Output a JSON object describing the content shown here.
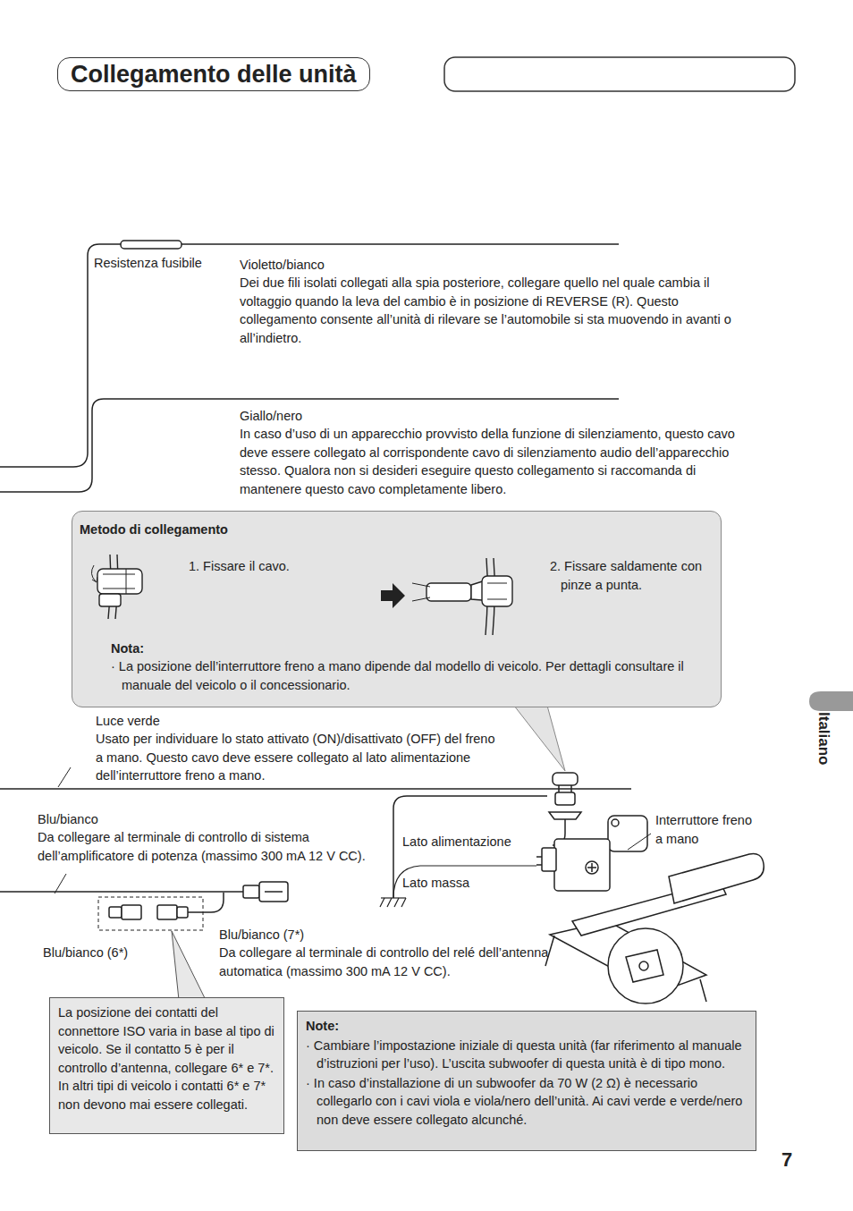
{
  "diagram": {
    "title": "Collegamento delle unità",
    "nodes": [
      {
        "text": [
          "Metodo di collegamento",
          "1. Fissare il cavo.",
          "2. Fissare saldamente con pinze a punta.",
          "Nota:",
          "· La posizione dell’interruttore freno a mano dipende dal modello di veicolo. Per dettagli consultare il manuale del veicolo o il concessionario."
        ]
      },
      {
        "text": [
          "La posizione dei contatti del connettore ISO varia in base al tipo di veicolo. Se il contatto 5 è per il controllo d’antenna, collegare 6* e 7*. In altri tipi di veicolo i contatti 6* e 7* non devono mai essere collegati."
        ]
      },
      {
        "text": [
          "Note:",
          "· Cambiare l’impostazione iniziale di questa unità (far riferimento al manuale d’istruzioni per l’uso). L’uscita subwoofer di questa unità è di tipo mono.",
          "· In caso d’installazione di un subwoofer da 70 W (2 Ω) è necessario collegarlo con i cavi viola e viola/nero dell’unità. Ai cavi verde e verde/nero non deve essere collegato alcunché."
        ]
      }
    ],
    "labels": [
      "Resistenza fusibile",
      "Violetto/bianco",
      "Dei due fili isolati collegati alla spia posteriore, collegare quello nel quale cambia il voltaggio quando la leva del cambio è in posizione di REVERSE (R). Questo collegamento consente all’unità di rilevare se l’automobile si sta muovendo in avanti o all’indietro.",
      "Giallo/nero",
      "In caso d’uso di un apparecchio provvisto della funzione di silenziamento, questo cavo deve essere collegato al corrispondente cavo di silenziamento audio dell’apparecchio stesso. Qualora non si desideri eseguire questo collegamento si raccomanda di mantenere questo cavo completamente libero.",
      "Luce verde",
      "Usato per individuare lo stato attivato (ON)/disattivato (OFF) del freno a mano. Questo cavo deve essere collegato al lato alimentazione dell’interruttore freno a mano.",
      "Blu/bianco",
      "Da collegare al terminale di controllo di sistema dell’amplificatore di potenza (massimo 300 mA 12 V CC).",
      "Lato alimentazione",
      "Lato massa",
      "Interruttore freno a mano",
      "Blu/bianco (6*)",
      "Blu/bianco (7*)",
      "Da collegare al terminale di controllo del relé dell’antenna automatica (massimo 300 mA 12 V CC).",
      "Italiano",
      "7"
    ]
  }
}
